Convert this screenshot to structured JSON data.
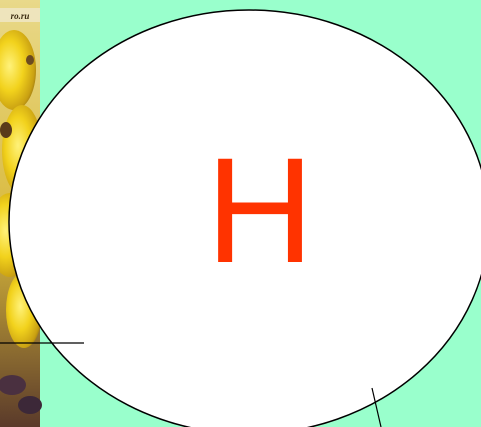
{
  "slide": {
    "background_color": "#99ffcc",
    "ellipse_fill": "#ffffff",
    "ellipse_stroke": "#000000",
    "letter": "H",
    "letter_color": "#ff3300"
  },
  "photo": {
    "subject": "bananas",
    "corner_text": "ro.ru"
  }
}
